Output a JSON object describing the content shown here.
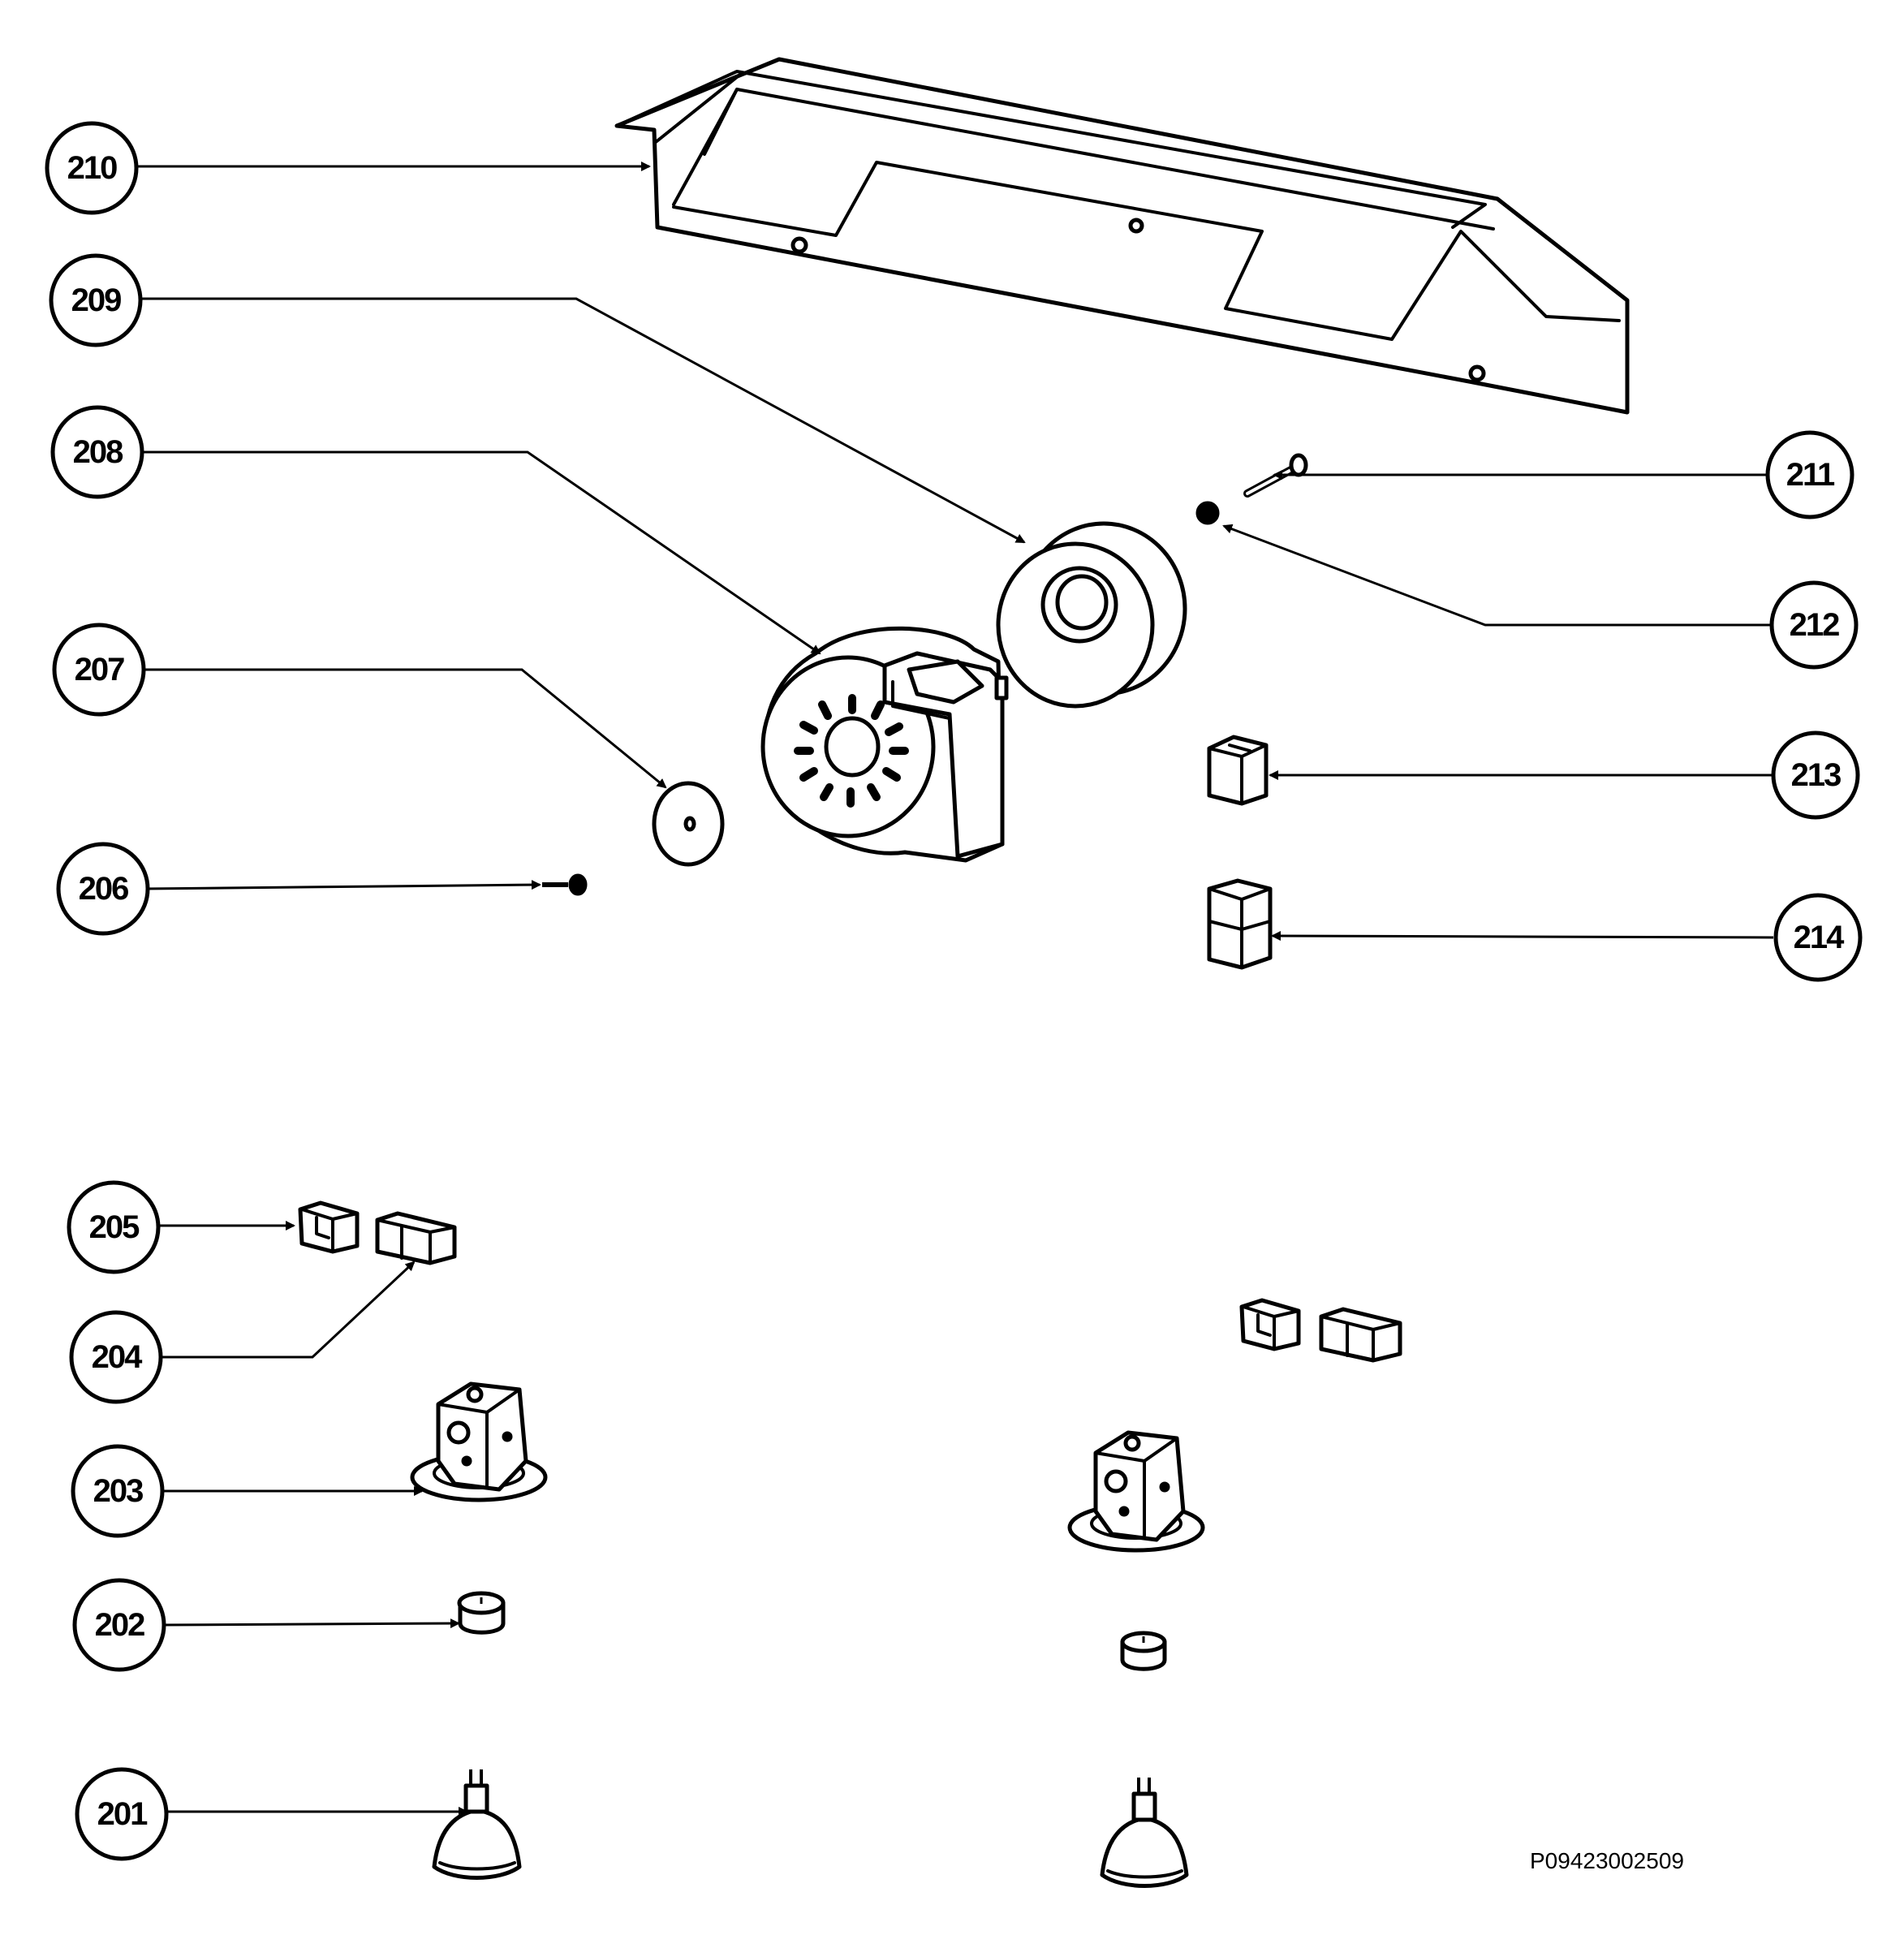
{
  "diagram_code": "P09423002509",
  "callouts": {
    "c201": "201",
    "c202": "202",
    "c203": "203",
    "c204": "204",
    "c205": "205",
    "c206": "206",
    "c207": "207",
    "c208": "208",
    "c209": "209",
    "c210": "210",
    "c211": "211",
    "c212": "212",
    "c213": "213",
    "c214": "214"
  }
}
